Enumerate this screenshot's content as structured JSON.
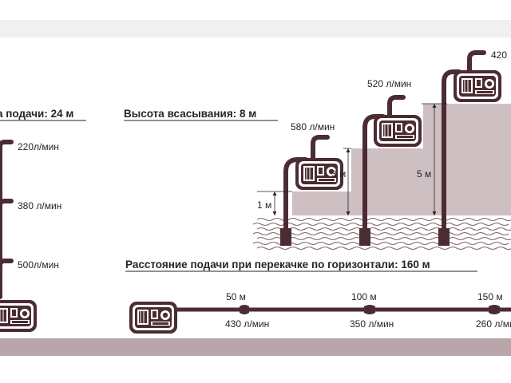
{
  "headers": {
    "head_height": "а подачи: 24 м",
    "suction_height": "Высота всасывания: 8 м",
    "horizontal_distance": "Расстояние подачи при перекачке по горизонтали: 160 м"
  },
  "vertical_flows": [
    "220л/мин",
    "380 л/мин",
    "500л/мин"
  ],
  "suction": {
    "flows": [
      "580 л/мин",
      "520 л/мин",
      "420"
    ],
    "depths": [
      "1 м",
      "3 м",
      "5 м"
    ]
  },
  "horizontal": {
    "distances": [
      "50 м",
      "100 м",
      "150 м"
    ],
    "flows": [
      "430 л/мин",
      "350 л/мин",
      "260 л/мин"
    ]
  },
  "colors": {
    "pipe": "#4a2c32",
    "step": "#cdbfc2",
    "ground": "#b8a6aa",
    "text": "#2a2326",
    "top_band": "#f0f0f2"
  }
}
